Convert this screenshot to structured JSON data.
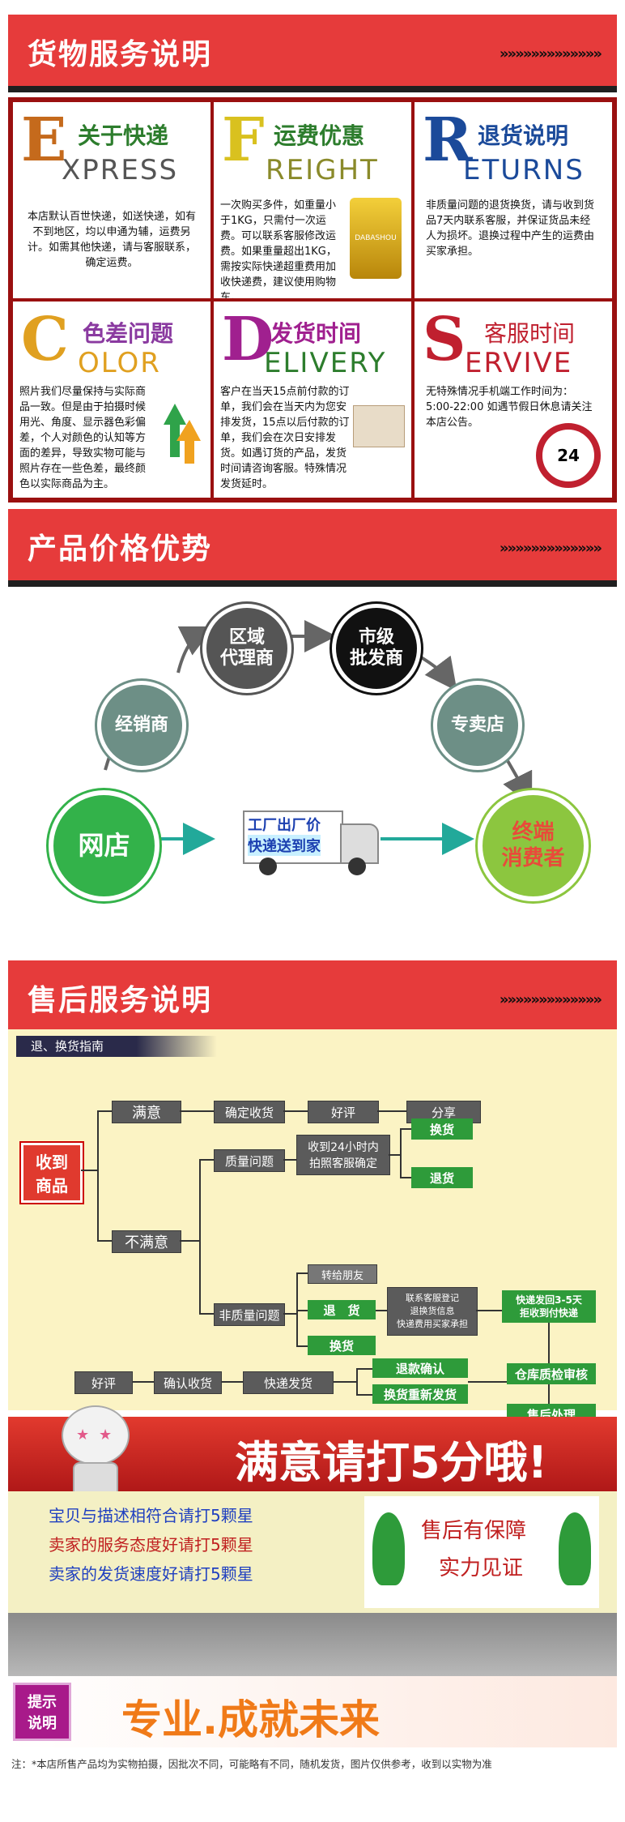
{
  "section1": {
    "title": "货物服务说明",
    "chevrons": "»»»»»»»»»»»»»"
  },
  "cells": [
    {
      "big": "E",
      "cn": "关于快递",
      "en": "XPRESS",
      "desc": "本店默认百世快递，如送快递，如有不到地区，均以申通为辅，运费另计。如需其他快递，请与客服联系，确定运费。"
    },
    {
      "big": "F",
      "cn": "运费优惠",
      "en": "REIGHT",
      "desc": "一次购买多件，如重量小于1KG，只需付一次运费。可以联系客服修改运费。如果重量超出1KG，需按实际快递超重费用加收快递费，建议使用购物车。",
      "badge": "DABASHOU"
    },
    {
      "big": "R",
      "cn": "退货说明",
      "en": "ETURNS",
      "desc": "非质量问题的退货换货，请与收到货品7天内联系客服，并保证货品未经人为损坏。退换过程中产生的运费由买家承担。"
    },
    {
      "big": "C",
      "cn": "色差问题",
      "en": "OLOR",
      "desc": "照片我们尽量保持与实际商品一致。但是由于拍摄时候用光、角度、显示器色彩偏差，个人对颜色的认知等方面的差异，导致实物可能与照片存在一些色差，最终颜色以实际商品为主。"
    },
    {
      "big": "D",
      "cn": "发货时间",
      "en": "ELIVERY",
      "desc": "客户在当天15点前付款的订单，我们会在当天内为您安排发货，15点以后付款的订单，我们会在次日安排发货。如遇订货的产品，发货时间请咨询客服。特殊情况发货延时。"
    },
    {
      "big": "S",
      "cn": "客服时间",
      "en": "ERVIVE",
      "desc": "无特殊情况手机端工作时间为：5:00-22:00 如遇节假日休息请关注本店公告。",
      "clock": "24"
    }
  ],
  "section2": {
    "title": "产品价格优势",
    "chevrons": "»»»»»»»»»»»»»"
  },
  "flow": {
    "dealer": "经销商",
    "agent": "区域\n代理商",
    "wholesale": "市级\n批发商",
    "store": "专卖店",
    "shop": "网店",
    "consumer": "终端\n消费者",
    "truck1": "工厂出厂价",
    "truck2": "快递送到家"
  },
  "section3": {
    "title": "售后服务说明",
    "chevrons": "»»»»»»»»»»»»»"
  },
  "guide": {
    "tag": "退、换货指南",
    "received": "收到\n商品",
    "satisfied": "满意",
    "unsatisfied": "不满意",
    "confirm": "确定收货",
    "good_review": "好评",
    "share": "分享",
    "quality": "质量问题",
    "contact24": "收到24小时内\n拍照客服确定",
    "exchange": "换货",
    "return": "退货",
    "nonquality": "非质量问题",
    "gift": "转给朋友",
    "return2": "退　货",
    "exchange2": "换货",
    "contact_cs": "联系客服登记\n退换货信息\n快递费用买家承担",
    "ship_back": "快递发回3-5天\n拒收到付快递",
    "inspect": "仓库质检审核",
    "aftersale": "售后处理",
    "refund": "退款确认",
    "resend": "换货重新发货",
    "ship": "快递发货",
    "confirm2": "确认收货",
    "good2": "好评"
  },
  "rating": {
    "slogan": "满意请打5分哦!"
  },
  "stars": [
    "宝贝与描述相符合请打5颗星",
    "卖家的服务态度好请打5颗星",
    "卖家的发货速度好请打5颗星"
  ],
  "guarantee": {
    "line1": "售后有保障",
    "line2": "实力见证"
  },
  "footer": {
    "badge": "提示\n说明",
    "slogan": "专业.成就未来",
    "note": "注：*本店所售产品均为实物拍摄，因批次不同，可能略有不同，随机发货，图片仅供参考，收到以实物为准"
  },
  "colors": {
    "red": "#e63b3b",
    "dark": "#1f1f1f",
    "green": "#2e9b3a",
    "cream": "#fbf3c4"
  }
}
